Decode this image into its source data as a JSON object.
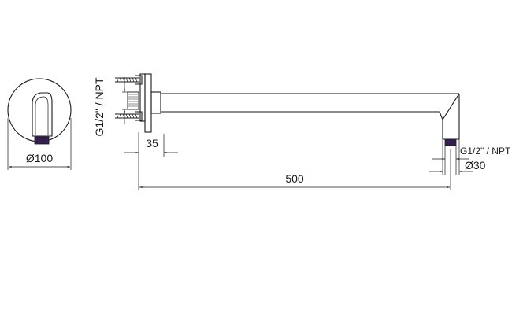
{
  "dimensions": {
    "flange_diameter": "Ø100",
    "wall_thread": "G1/2\" / NPT",
    "flange_depth": "35",
    "arm_length": "500",
    "outlet_thread": "G1/2\" / NPT",
    "outlet_diameter": "Ø30"
  },
  "colors": {
    "line": "#1a1a1a",
    "thread_end": "#3b1f5c"
  }
}
